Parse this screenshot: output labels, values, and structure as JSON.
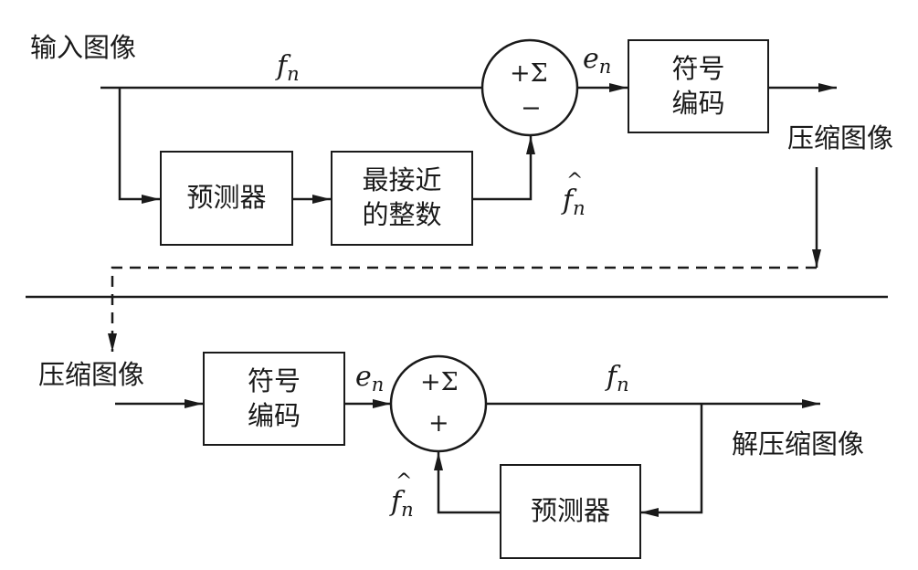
{
  "encoder": {
    "input_label": "输入图像",
    "signal_label": "f",
    "signal_sub": "n",
    "predictor_label": "预测器",
    "rounding_label": "最接近\n的整数",
    "summer_top": "+Σ",
    "summer_bottom": "−",
    "error_label": "e",
    "error_sub": "n",
    "prediction_label": "f",
    "prediction_sub": "n",
    "prediction_hat": "^",
    "encoder_label": "符号\n编码",
    "output_label": "压缩图像"
  },
  "decoder": {
    "input_label": "压缩图像",
    "decoder_label": "符号\n编码",
    "error_label": "e",
    "error_sub": "n",
    "summer_top": "+Σ",
    "summer_bottom": "+",
    "signal_label": "f",
    "signal_sub": "n",
    "prediction_label": "f",
    "prediction_sub": "n",
    "prediction_hat": "^",
    "predictor_label": "预测器",
    "output_label": "解压缩图像"
  }
}
